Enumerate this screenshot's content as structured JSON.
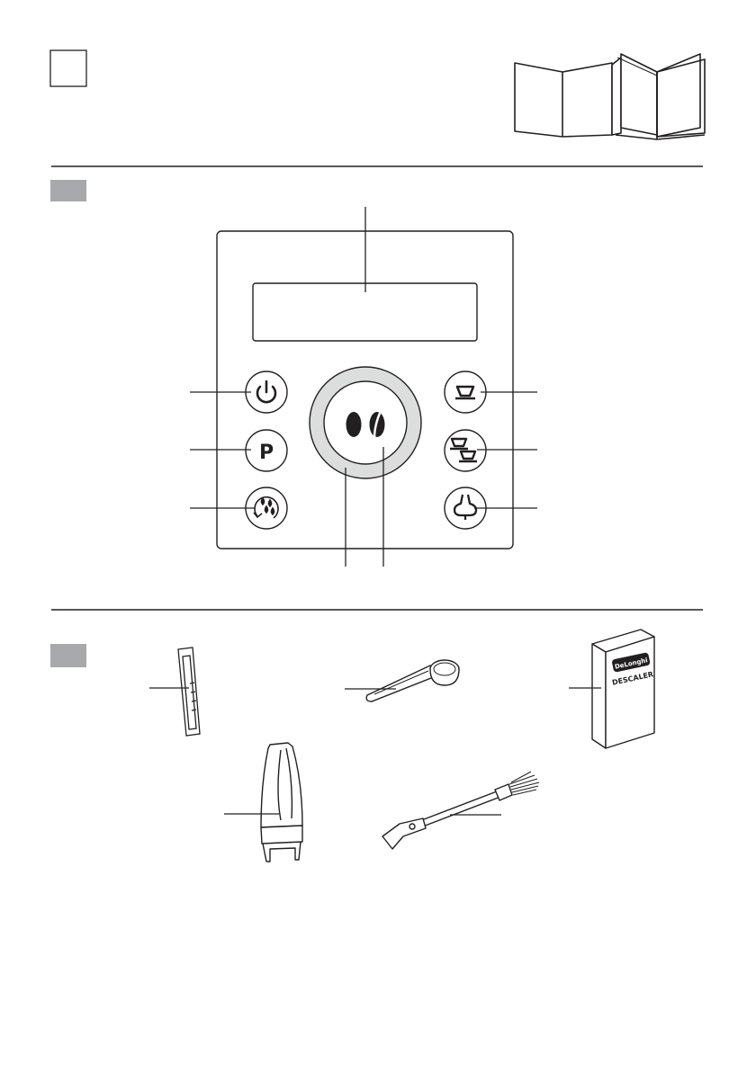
{
  "sections": [
    {
      "id": "A",
      "label": ""
    },
    {
      "id": "B",
      "label": ""
    },
    {
      "id": "C",
      "label": ""
    }
  ],
  "panel": {
    "buttons": [
      {
        "name": "power-button",
        "icon": "power-icon"
      },
      {
        "name": "program-button",
        "icon": "p-icon",
        "label": "P"
      },
      {
        "name": "rinse-descale-button",
        "icon": "rinse-icon"
      },
      {
        "name": "one-cup-button",
        "icon": "single-cup-icon"
      },
      {
        "name": "two-cups-button",
        "icon": "double-cup-icon"
      },
      {
        "name": "steam-button",
        "icon": "steam-icon"
      },
      {
        "name": "aroma-button",
        "icon": "coffee-beans-icon"
      }
    ]
  },
  "accessories": {
    "descaler_box": {
      "brand": "DeLonghi",
      "product": "DESCALER"
    },
    "items": [
      "water-hardness-test-strip-icon",
      "measuring-scoop-icon",
      "descaler-bottle-icon",
      "water-filter-icon",
      "cleaning-brush-icon"
    ]
  },
  "colors": {
    "line": "#231f20",
    "section_box": "#a7a9ac",
    "ring": "#d9d9d9",
    "white": "#ffffff"
  }
}
